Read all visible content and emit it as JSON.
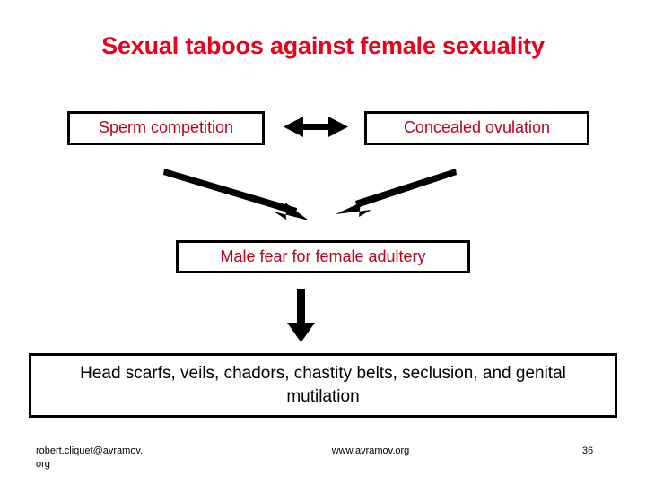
{
  "slide": {
    "title": "Sexual taboos against female sexuality",
    "title_color": "#e8001c",
    "background_color": "#ffffff",
    "page_number": "36"
  },
  "diagram": {
    "type": "flow-diagram",
    "box_border_color": "#000000",
    "node_text_color": "#c00018",
    "arrow_color": "#000000",
    "nodes": [
      {
        "id": "sperm-competition",
        "label": "Sperm competition",
        "text_color": "#c00018"
      },
      {
        "id": "concealed-ovulation",
        "label": "Concealed ovulation",
        "text_color": "#c00018"
      },
      {
        "id": "male-fear",
        "label": "Male fear for female adultery",
        "text_color": "#c00018"
      },
      {
        "id": "practices",
        "label": "Head scarfs, veils, chadors, chastity belts, seclusion, and genital mutilation",
        "text_color": "#000000"
      }
    ],
    "edges": [
      {
        "id": "bidirectional-competition-ovulation",
        "from": "sperm-competition",
        "to": "concealed-ovulation",
        "style": "double-headed-horizontal-arrow"
      },
      {
        "id": "competition-to-male-fear",
        "from": "sperm-competition",
        "to": "male-fear",
        "style": "diagonal-arrow-down-right"
      },
      {
        "id": "ovulation-to-male-fear",
        "from": "concealed-ovulation",
        "to": "male-fear",
        "style": "diagonal-arrow-down-left"
      },
      {
        "id": "male-fear-to-practices",
        "from": "male-fear",
        "to": "practices",
        "style": "vertical-arrow-down"
      }
    ]
  },
  "footer": {
    "email": "robert.cliquet@avramov.",
    "email_line2": "org",
    "website": "www.avramov.org",
    "page_number": "36"
  }
}
